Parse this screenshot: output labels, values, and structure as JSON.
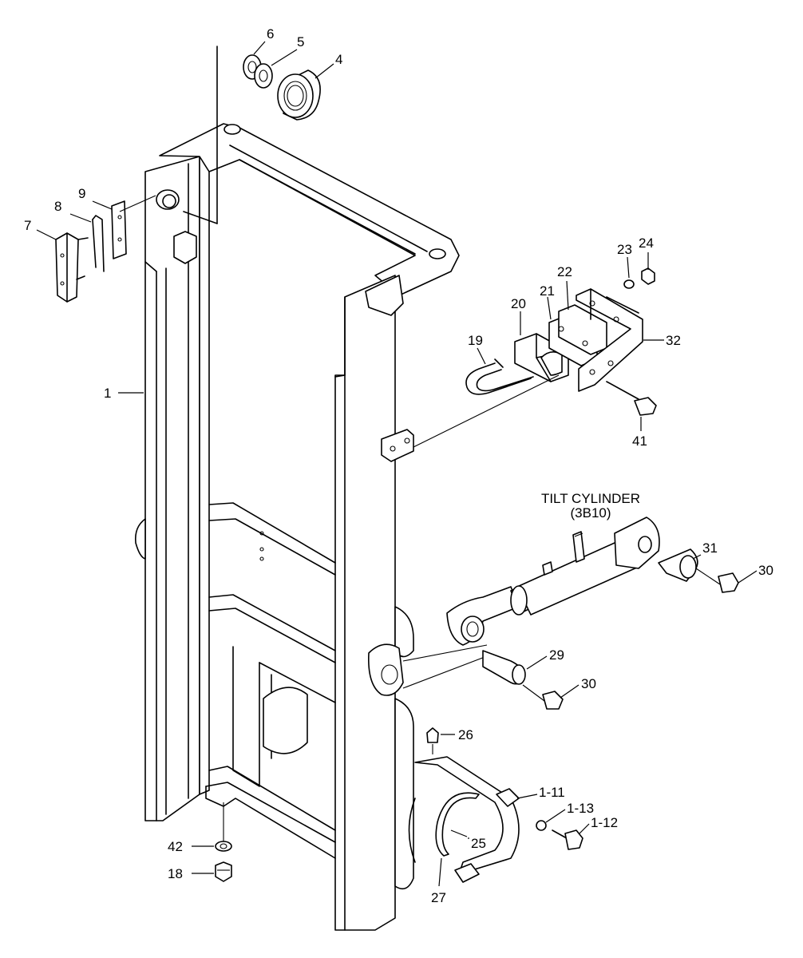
{
  "caption": {
    "title": "TILT CYLINDER",
    "ref": "(3B10)"
  },
  "callouts": [
    {
      "key": "p6",
      "label": "6"
    },
    {
      "key": "p5",
      "label": "5"
    },
    {
      "key": "p4",
      "label": "4"
    },
    {
      "key": "p9",
      "label": "9"
    },
    {
      "key": "p8",
      "label": "8"
    },
    {
      "key": "p7",
      "label": "7"
    },
    {
      "key": "p1",
      "label": "1"
    },
    {
      "key": "p23",
      "label": "23"
    },
    {
      "key": "p24",
      "label": "24"
    },
    {
      "key": "p22",
      "label": "22"
    },
    {
      "key": "p21",
      "label": "21"
    },
    {
      "key": "p20",
      "label": "20"
    },
    {
      "key": "p19",
      "label": "19"
    },
    {
      "key": "p32",
      "label": "32"
    },
    {
      "key": "p41",
      "label": "41"
    },
    {
      "key": "p31",
      "label": "31"
    },
    {
      "key": "p30a",
      "label": "30"
    },
    {
      "key": "p29",
      "label": "29"
    },
    {
      "key": "p30b",
      "label": "30"
    },
    {
      "key": "p26",
      "label": "26"
    },
    {
      "key": "p1_11",
      "label": "1-11"
    },
    {
      "key": "p1_13",
      "label": "1-13"
    },
    {
      "key": "p1_12",
      "label": "1-12"
    },
    {
      "key": "p25",
      "label": "25"
    },
    {
      "key": "p27",
      "label": "27"
    },
    {
      "key": "p42",
      "label": "42"
    },
    {
      "key": "p18",
      "label": "18"
    }
  ]
}
